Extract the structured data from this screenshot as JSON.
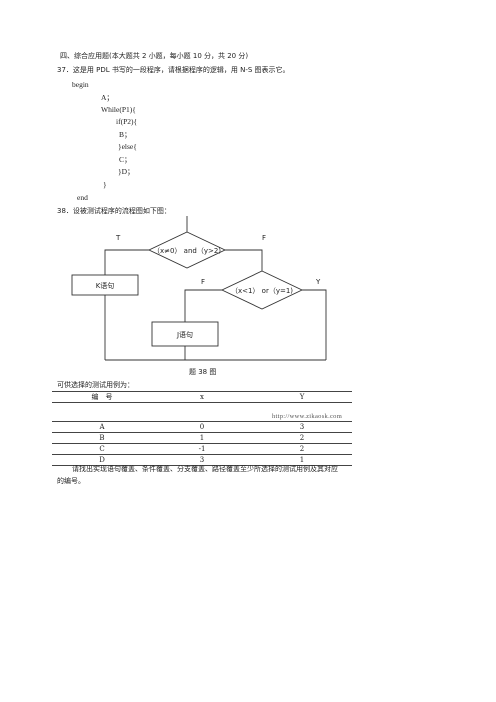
{
  "section_header": "四、综合应用题(本大题共 2 小题，每小题 10 分，共 20 分)",
  "q37": {
    "prompt": "37．这是用 PDL 书写的一段程序，请根据程序的逻辑，用 N-S 图表示它。",
    "code": [
      "begin",
      "A；",
      "While(P1){",
      "if(P2){",
      "B；",
      "}else{",
      "C；",
      "}D；",
      "}",
      "end"
    ]
  },
  "q38": {
    "prompt": "38．设被测试程序的流程图如下图：",
    "flowchart": {
      "cond1": "（x≠0） and（y>2)",
      "cond1_true": "T",
      "cond1_false": "F",
      "cond2": "（x<1） or（y=1)",
      "cond2_false": "F",
      "cond2_true": "Y",
      "stmt_k": "K语句",
      "stmt_j": "J语句"
    },
    "figure_caption": "题 38 图",
    "table_intro": "可供选择的测试用例为：",
    "table": {
      "headers": [
        "编　号",
        "x",
        "Y"
      ],
      "watermark": "http://www.zikaosk.com",
      "rows": [
        [
          "A",
          "0",
          "3"
        ],
        [
          "B",
          "1",
          "2"
        ],
        [
          "C",
          "-1",
          "2"
        ],
        [
          "D",
          "3",
          "1"
        ]
      ]
    },
    "question_line1": "请找出实现语句覆盖、条件覆盖、分支覆盖、路径覆盖至少所选择的测试用例及其对应",
    "question_line2": "的编号。"
  }
}
